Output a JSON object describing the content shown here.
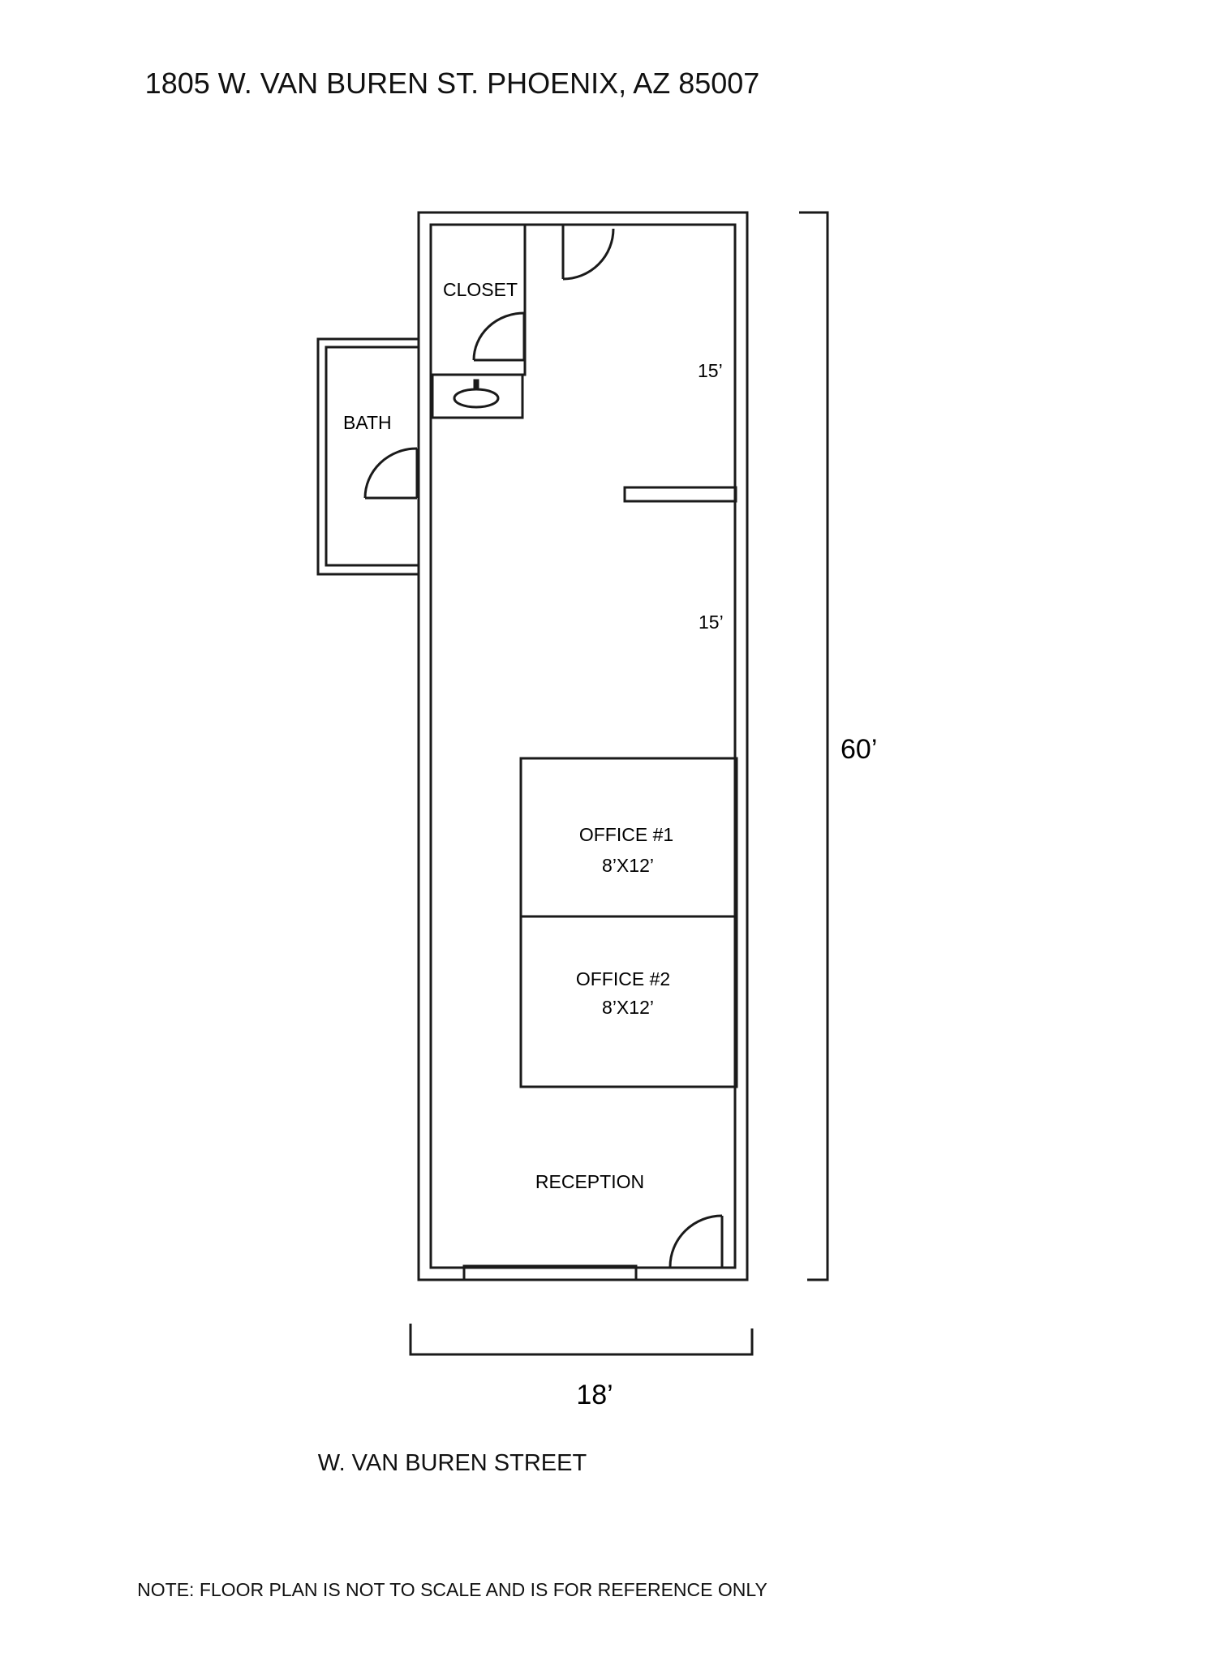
{
  "header": {
    "address": "1805 W. VAN BUREN ST.  PHOENIX, AZ 85007"
  },
  "rooms": {
    "closet": "CLOSET",
    "bath": "BATH",
    "office1": {
      "name": "OFFICE #1",
      "size": "8’X12’"
    },
    "office2": {
      "name": "OFFICE #2",
      "size": "8’X12’"
    },
    "reception": "RECEPTION"
  },
  "dimensions": {
    "upper_room": "15’",
    "middle_room": "15’",
    "total_depth": "60’",
    "frontage": "18’"
  },
  "street": "W. VAN BUREN STREET",
  "note": "NOTE: FLOOR PLAN IS NOT TO SCALE AND IS FOR REFERENCE ONLY"
}
